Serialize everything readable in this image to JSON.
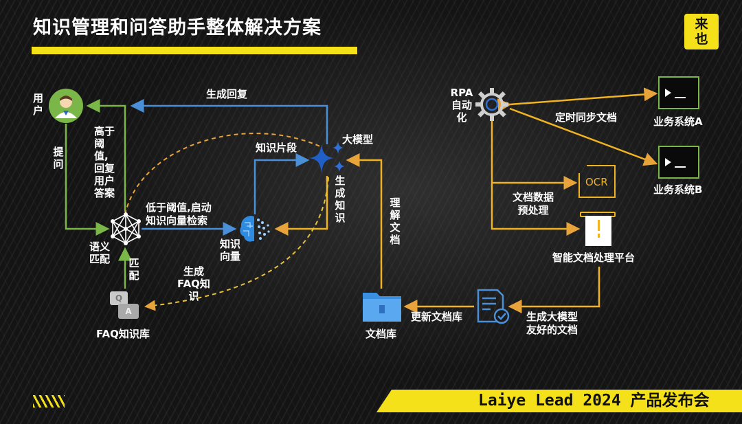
{
  "header": {
    "title": "知识管理和问答助手整体解决方案",
    "logo_text": "来\n也"
  },
  "footer": {
    "text": "Laiye Lead 2024 产品发布会"
  },
  "colors": {
    "accent": "#f5e11a",
    "green": "#7ab648",
    "blue": "#4a90d9",
    "orange": "#e8a33a"
  },
  "left": {
    "user": "用户",
    "ask": "提问",
    "high_threshold": "高于\n阈值,\n回复\n用户\n答案",
    "generate_reply": "生成回复",
    "semantic_match": "语义\n匹配",
    "match": "匹配",
    "low_threshold": "低于阈值,启动\n知识向量检索",
    "knowledge_vector": "知识\n向量",
    "knowledge_fragment": "知识片段",
    "llm": "大模型",
    "generate_knowledge": "生成知识",
    "generate_faq": "生成\nFAQ知\n识",
    "faq_db": "FAQ知识库",
    "faq_q": "Q",
    "faq_a": "A"
  },
  "right": {
    "rpa": "RPA\n自动\n化",
    "sync_docs": "定时同步文档",
    "system_a": "业务系统A",
    "system_b": "业务系统B",
    "preprocess": "文档数据\n预处理",
    "ocr": "OCR",
    "platform": "智能文档处理平台",
    "understand_docs": "理解文档",
    "doc_library": "文档库",
    "update_library": "更新文档库",
    "llm_friendly": "生成大模型\n友好的文档"
  }
}
